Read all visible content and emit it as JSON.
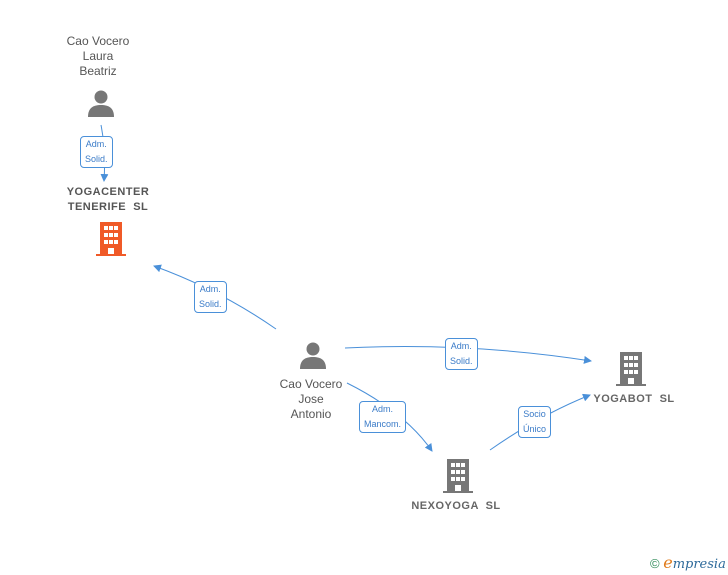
{
  "nodes": {
    "laura": {
      "name": "Cao Vocero\nLaura\nBeatriz",
      "icon": "person-icon"
    },
    "jose": {
      "name": "Cao Vocero\nJose\nAntonio",
      "icon": "person-icon"
    },
    "yogacenter": {
      "name": "YOGACENTER\nTENERIFE  SL",
      "icon": "building-icon",
      "color": "#f05a28"
    },
    "yogabot": {
      "name": "YOGABOT  SL",
      "icon": "building-icon",
      "color": "#777777"
    },
    "nexoyoga": {
      "name": "NEXOYOGA  SL",
      "icon": "building-icon",
      "color": "#777777"
    }
  },
  "edges": {
    "laura_yogacenter": "Adm.\nSolid.",
    "jose_yogacenter": "Adm.\nSolid.",
    "jose_yogabot": "Adm.\nSolid.",
    "jose_nexoyoga": "Adm.\nMancom.",
    "nexoyoga_yogabot": "Socio\nÚnico"
  },
  "colors": {
    "edge": "#4a90d9",
    "person": "#777777"
  },
  "brand": {
    "copyright": "©",
    "logo_initial": "e",
    "logo_rest": "mpresia"
  }
}
